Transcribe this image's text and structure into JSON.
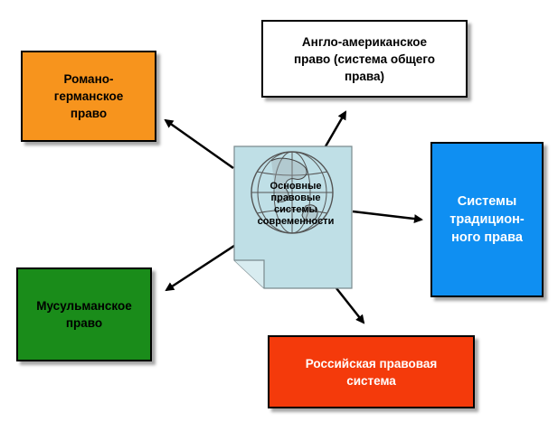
{
  "center": {
    "label": "Основные\nправовые\nсистемы\nсовременности",
    "icon": "globe-document-icon",
    "fill": "#bfdfe6"
  },
  "boxes": {
    "romano": {
      "label": "Романо-\nгерманское\nправо",
      "fill": "#f7941d",
      "text_color": "#000000"
    },
    "anglo": {
      "label": "Англо-американское\nправо (система общего\nправа)",
      "fill": "#ffffff",
      "text_color": "#000000"
    },
    "trad": {
      "label": "Системы\nтрадицион-\nного права",
      "fill": "#0f8ff2",
      "text_color": "#ffffff"
    },
    "musl": {
      "label": "Мусульманское\nправо",
      "fill": "#1a8c1a",
      "text_color": "#000000"
    },
    "ross": {
      "label": "Российская правовая\nсистема",
      "fill": "#f43a0b",
      "text_color": "#ffffff"
    }
  }
}
